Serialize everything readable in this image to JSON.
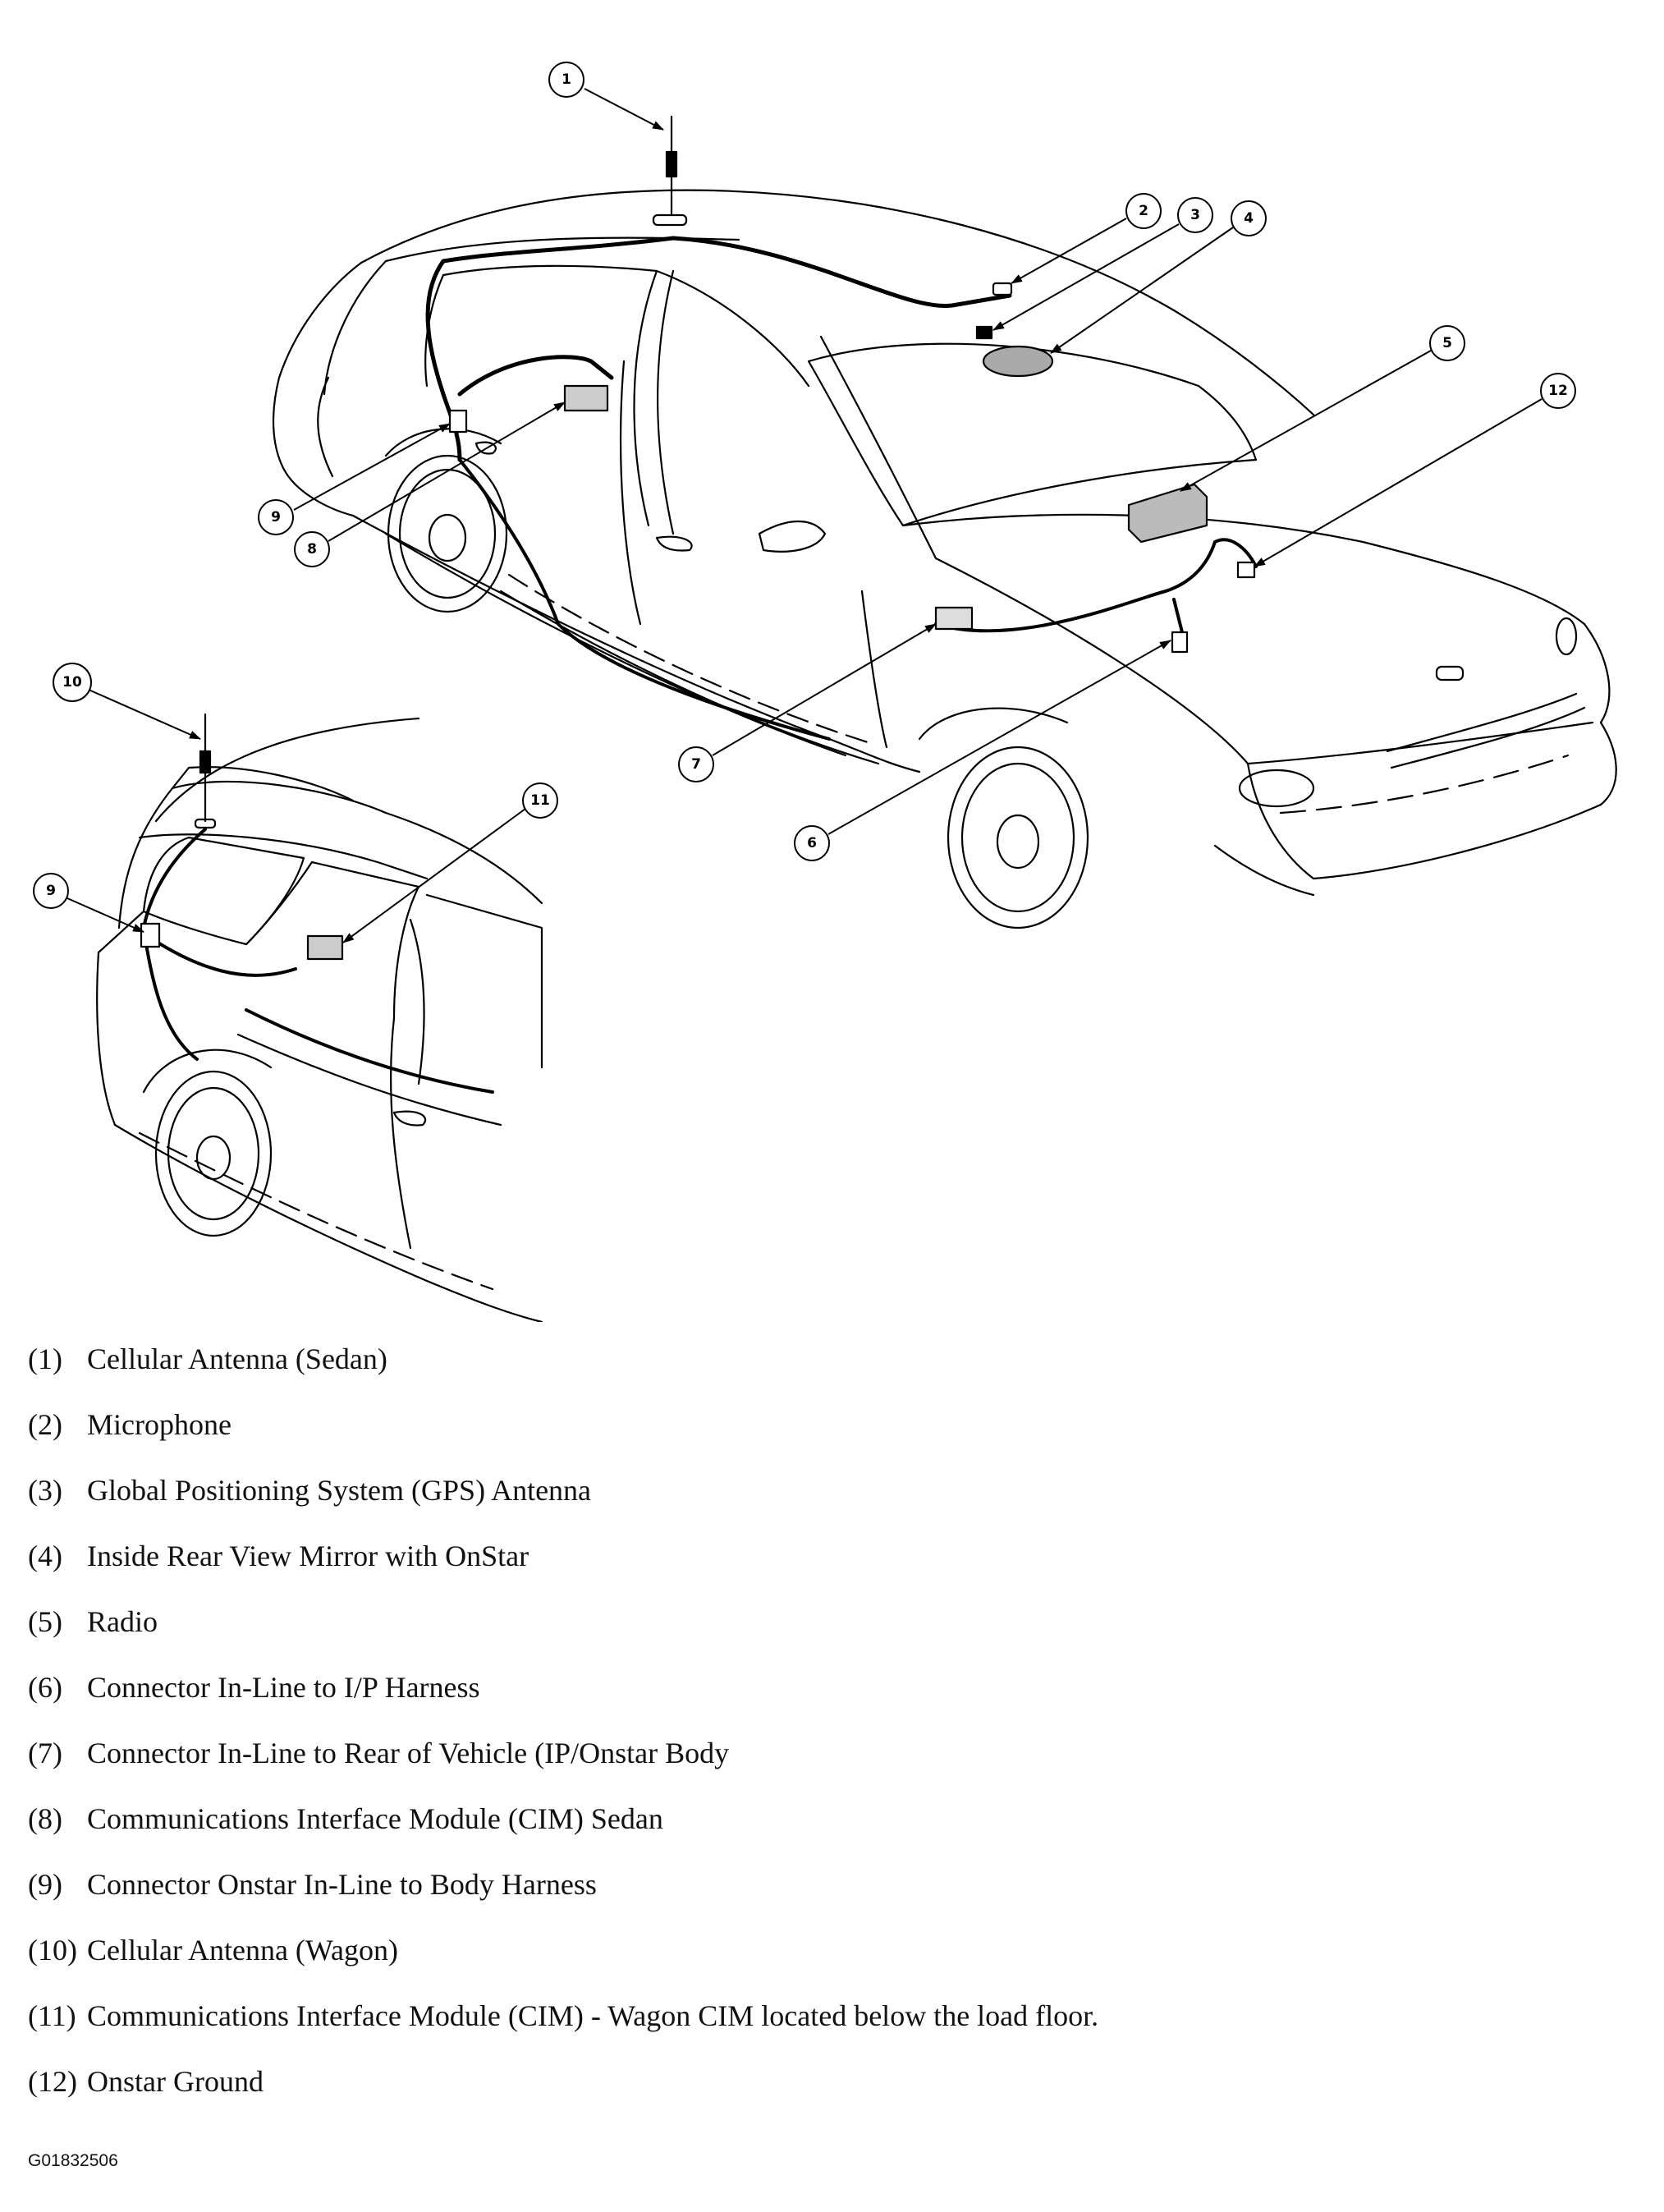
{
  "callouts": {
    "c1": "1",
    "c2": "2",
    "c3": "3",
    "c4": "4",
    "c5": "5",
    "c6": "6",
    "c7": "7",
    "c8": "8",
    "c9a": "9",
    "c9b": "9",
    "c10": "10",
    "c11": "11",
    "c12": "12"
  },
  "legend": [
    {
      "num": "(1)",
      "text": "Cellular Antenna (Sedan)"
    },
    {
      "num": "(2)",
      "text": "Microphone"
    },
    {
      "num": "(3)",
      "text": "Global Positioning System (GPS) Antenna"
    },
    {
      "num": "(4)",
      "text": "Inside Rear View Mirror with OnStar"
    },
    {
      "num": "(5)",
      "text": "Radio"
    },
    {
      "num": "(6)",
      "text": "Connector In-Line to I/P Harness"
    },
    {
      "num": "(7)",
      "text": "Connector In-Line to Rear of Vehicle (IP/Onstar Body"
    },
    {
      "num": "(8)",
      "text": "Communications Interface Module (CIM) Sedan"
    },
    {
      "num": "(9)",
      "text": "Connector Onstar In-Line to Body Harness"
    },
    {
      "num": "(10)",
      "text": "Cellular Antenna (Wagon)"
    },
    {
      "num": "(11)",
      "text": "Communications Interface Module (CIM) - Wagon CIM located below the load floor."
    },
    {
      "num": "(12)",
      "text": "Onstar Ground"
    }
  ],
  "figure_id": "G01832506"
}
